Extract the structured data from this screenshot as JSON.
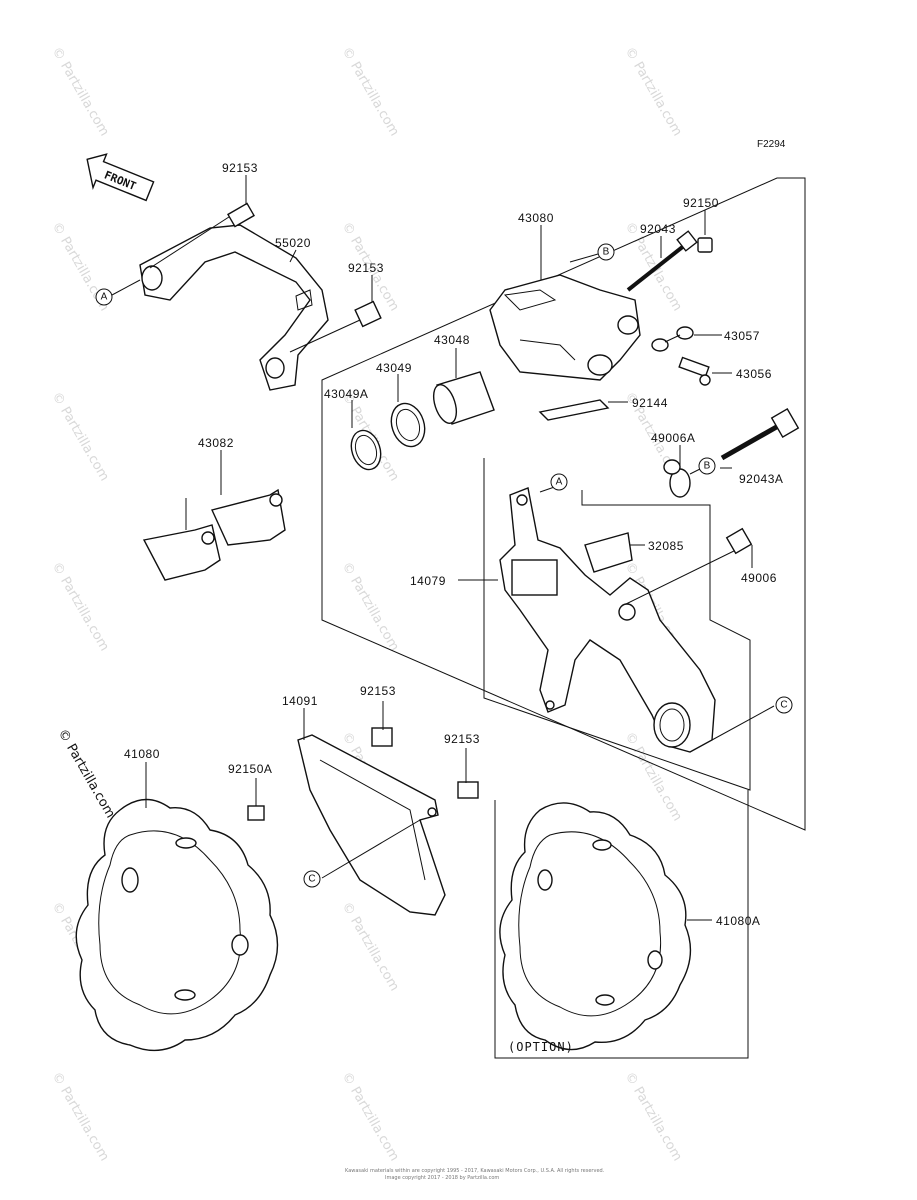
{
  "figure_code": "F2294",
  "front_label": "FRONT",
  "watermark": "© Partzilla.com",
  "footer_line1": "Kawasaki materials within are copyright 1995 - 2017, Kawasaki Motors Corp., U.S.A. All rights reserved.",
  "footer_line2": "Image copyright 2017 - 2018 by Partzilla.com",
  "option_label": "(OPTION)",
  "callouts": {
    "a": "A",
    "b": "B",
    "c": "C"
  },
  "parts": {
    "p92153_top": "92153",
    "p55020": "55020",
    "p92153_b": "92153",
    "p43080": "43080",
    "p92150": "92150",
    "p92043": "92043",
    "p43057": "43057",
    "p43056": "43056",
    "p43048": "43048",
    "p43049": "43049",
    "p43049a": "43049A",
    "p92144": "92144",
    "p49006a": "49006A",
    "p92043a": "92043A",
    "p43082": "43082",
    "p32085": "32085",
    "p14079": "14079",
    "p49006": "49006",
    "p14091": "14091",
    "p92153_c": "92153",
    "p92153_d": "92153",
    "p41080": "41080",
    "p92150a": "92150A",
    "p41080a": "41080A"
  }
}
